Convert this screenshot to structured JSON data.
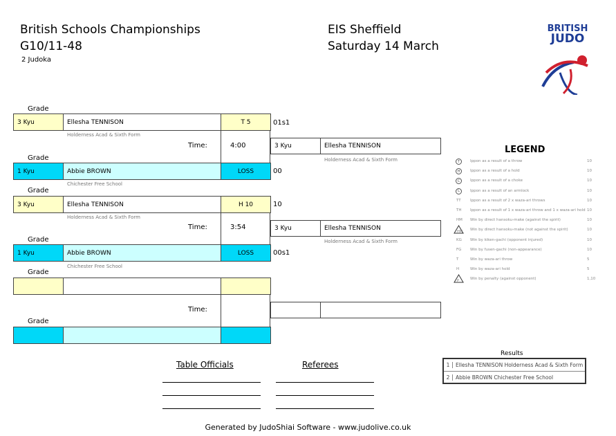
{
  "header": {
    "title": "British Schools Championships",
    "category": "G10/11-48",
    "count": "2 Judoka",
    "venue": "EIS Sheffield",
    "date": "Saturday 14 March",
    "logo_text": [
      "BRITISH",
      "JUDO"
    ]
  },
  "labels": {
    "grade": "Grade",
    "time": "Time:"
  },
  "matches": [
    {
      "white": {
        "grade": "3 Kyu",
        "name": "Ellesha TENNISON",
        "club": "Holderness Acad & Sixth Form",
        "score": "T 5",
        "points": "01s1"
      },
      "blue": {
        "grade": "1 Kyu",
        "name": "Abbie BROWN",
        "club": "Chichester Free School",
        "score": "LOSS",
        "points": "00"
      },
      "time": "4:00",
      "winner": {
        "grade": "3 Kyu",
        "name": "Ellesha TENNISON",
        "club": "Holderness Acad & Sixth Form"
      }
    },
    {
      "white": {
        "grade": "3 Kyu",
        "name": "Ellesha TENNISON",
        "club": "Holderness Acad & Sixth Form",
        "score": "H 10",
        "points": "10"
      },
      "blue": {
        "grade": "1 Kyu",
        "name": "Abbie BROWN",
        "club": "Chichester Free School",
        "score": "LOSS",
        "points": "00s1"
      },
      "time": "3:54",
      "winner": {
        "grade": "3 Kyu",
        "name": "Ellesha TENNISON",
        "club": "Holderness Acad & Sixth Form"
      }
    }
  ],
  "legend": {
    "title": "LEGEND",
    "items": [
      {
        "code": "T",
        "icon": "circle",
        "text": "Ippon as a result of a throw",
        "pts": "10"
      },
      {
        "code": "H",
        "icon": "circle",
        "text": "Ippon as a result of a hold",
        "pts": "10"
      },
      {
        "code": "C",
        "icon": "circle",
        "text": "Ippon as a result of a choke",
        "pts": "10"
      },
      {
        "code": "L",
        "icon": "circle",
        "text": "Ippon as a result of an armlock",
        "pts": "10"
      },
      {
        "code": "TT",
        "icon": "none",
        "text": "Ippon as a result of 2 x waza-ari throws",
        "pts": "10"
      },
      {
        "code": "TH",
        "icon": "none",
        "text": "Ippon as a result of 1 x waza-ari throw and 1 x waza-ari hold",
        "pts": "10"
      },
      {
        "code": "HM",
        "icon": "none",
        "text": "Win by direct hansoku-make (against the spirit)",
        "pts": "10"
      },
      {
        "code": "HM",
        "icon": "triangle",
        "text": "Win by direct hansoku-make (not against the spirit)",
        "pts": "10"
      },
      {
        "code": "KG",
        "icon": "none",
        "text": "Win by kiken-gachi (opponent injured)",
        "pts": "10"
      },
      {
        "code": "FG",
        "icon": "none",
        "text": "Win by fusen-gachi (non-appearance)",
        "pts": "10"
      },
      {
        "code": "T",
        "icon": "none",
        "text": "Win by waza-ari throw",
        "pts": "5"
      },
      {
        "code": "H",
        "icon": "none",
        "text": "Win by waza-ari hold",
        "pts": "5"
      },
      {
        "code": "P",
        "icon": "triangle",
        "text": "Win by penalty (against opponent)",
        "pts": "1,10"
      }
    ]
  },
  "results": {
    "title": "Results",
    "rows": [
      {
        "rank": "1",
        "text": "Ellesha TENNISON Holderness Acad & Sixth Form"
      },
      {
        "rank": "2",
        "text": "Abbie BROWN Chichester Free School"
      }
    ]
  },
  "officials": {
    "table": "Table Officials",
    "referees": "Referees"
  },
  "footer": "Generated by JudoShiai Software - www.judolive.co.uk"
}
